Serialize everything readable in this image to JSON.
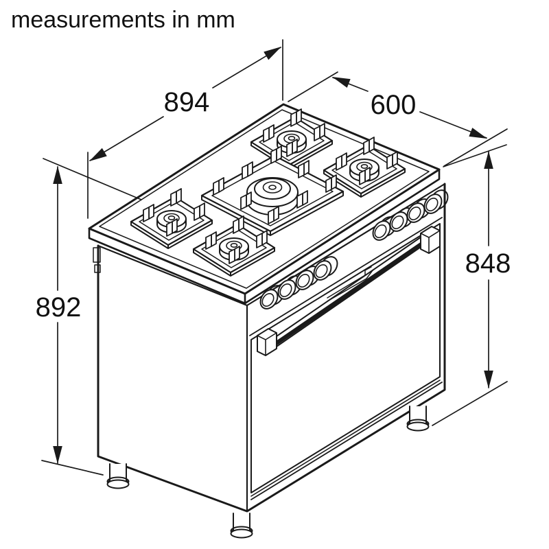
{
  "title": "measurements in mm",
  "unit": "mm",
  "dimensions": {
    "width": "894",
    "depth": "600",
    "height_left": "892",
    "height_right": "848"
  },
  "drawing": {
    "subject": "freestanding 5-burner gas range cooker, isometric technical line drawing",
    "burners": 5,
    "control_knobs": 8,
    "legs_visible": 3
  },
  "colors": {
    "line": "#1a1a1a",
    "background": "#ffffff"
  }
}
